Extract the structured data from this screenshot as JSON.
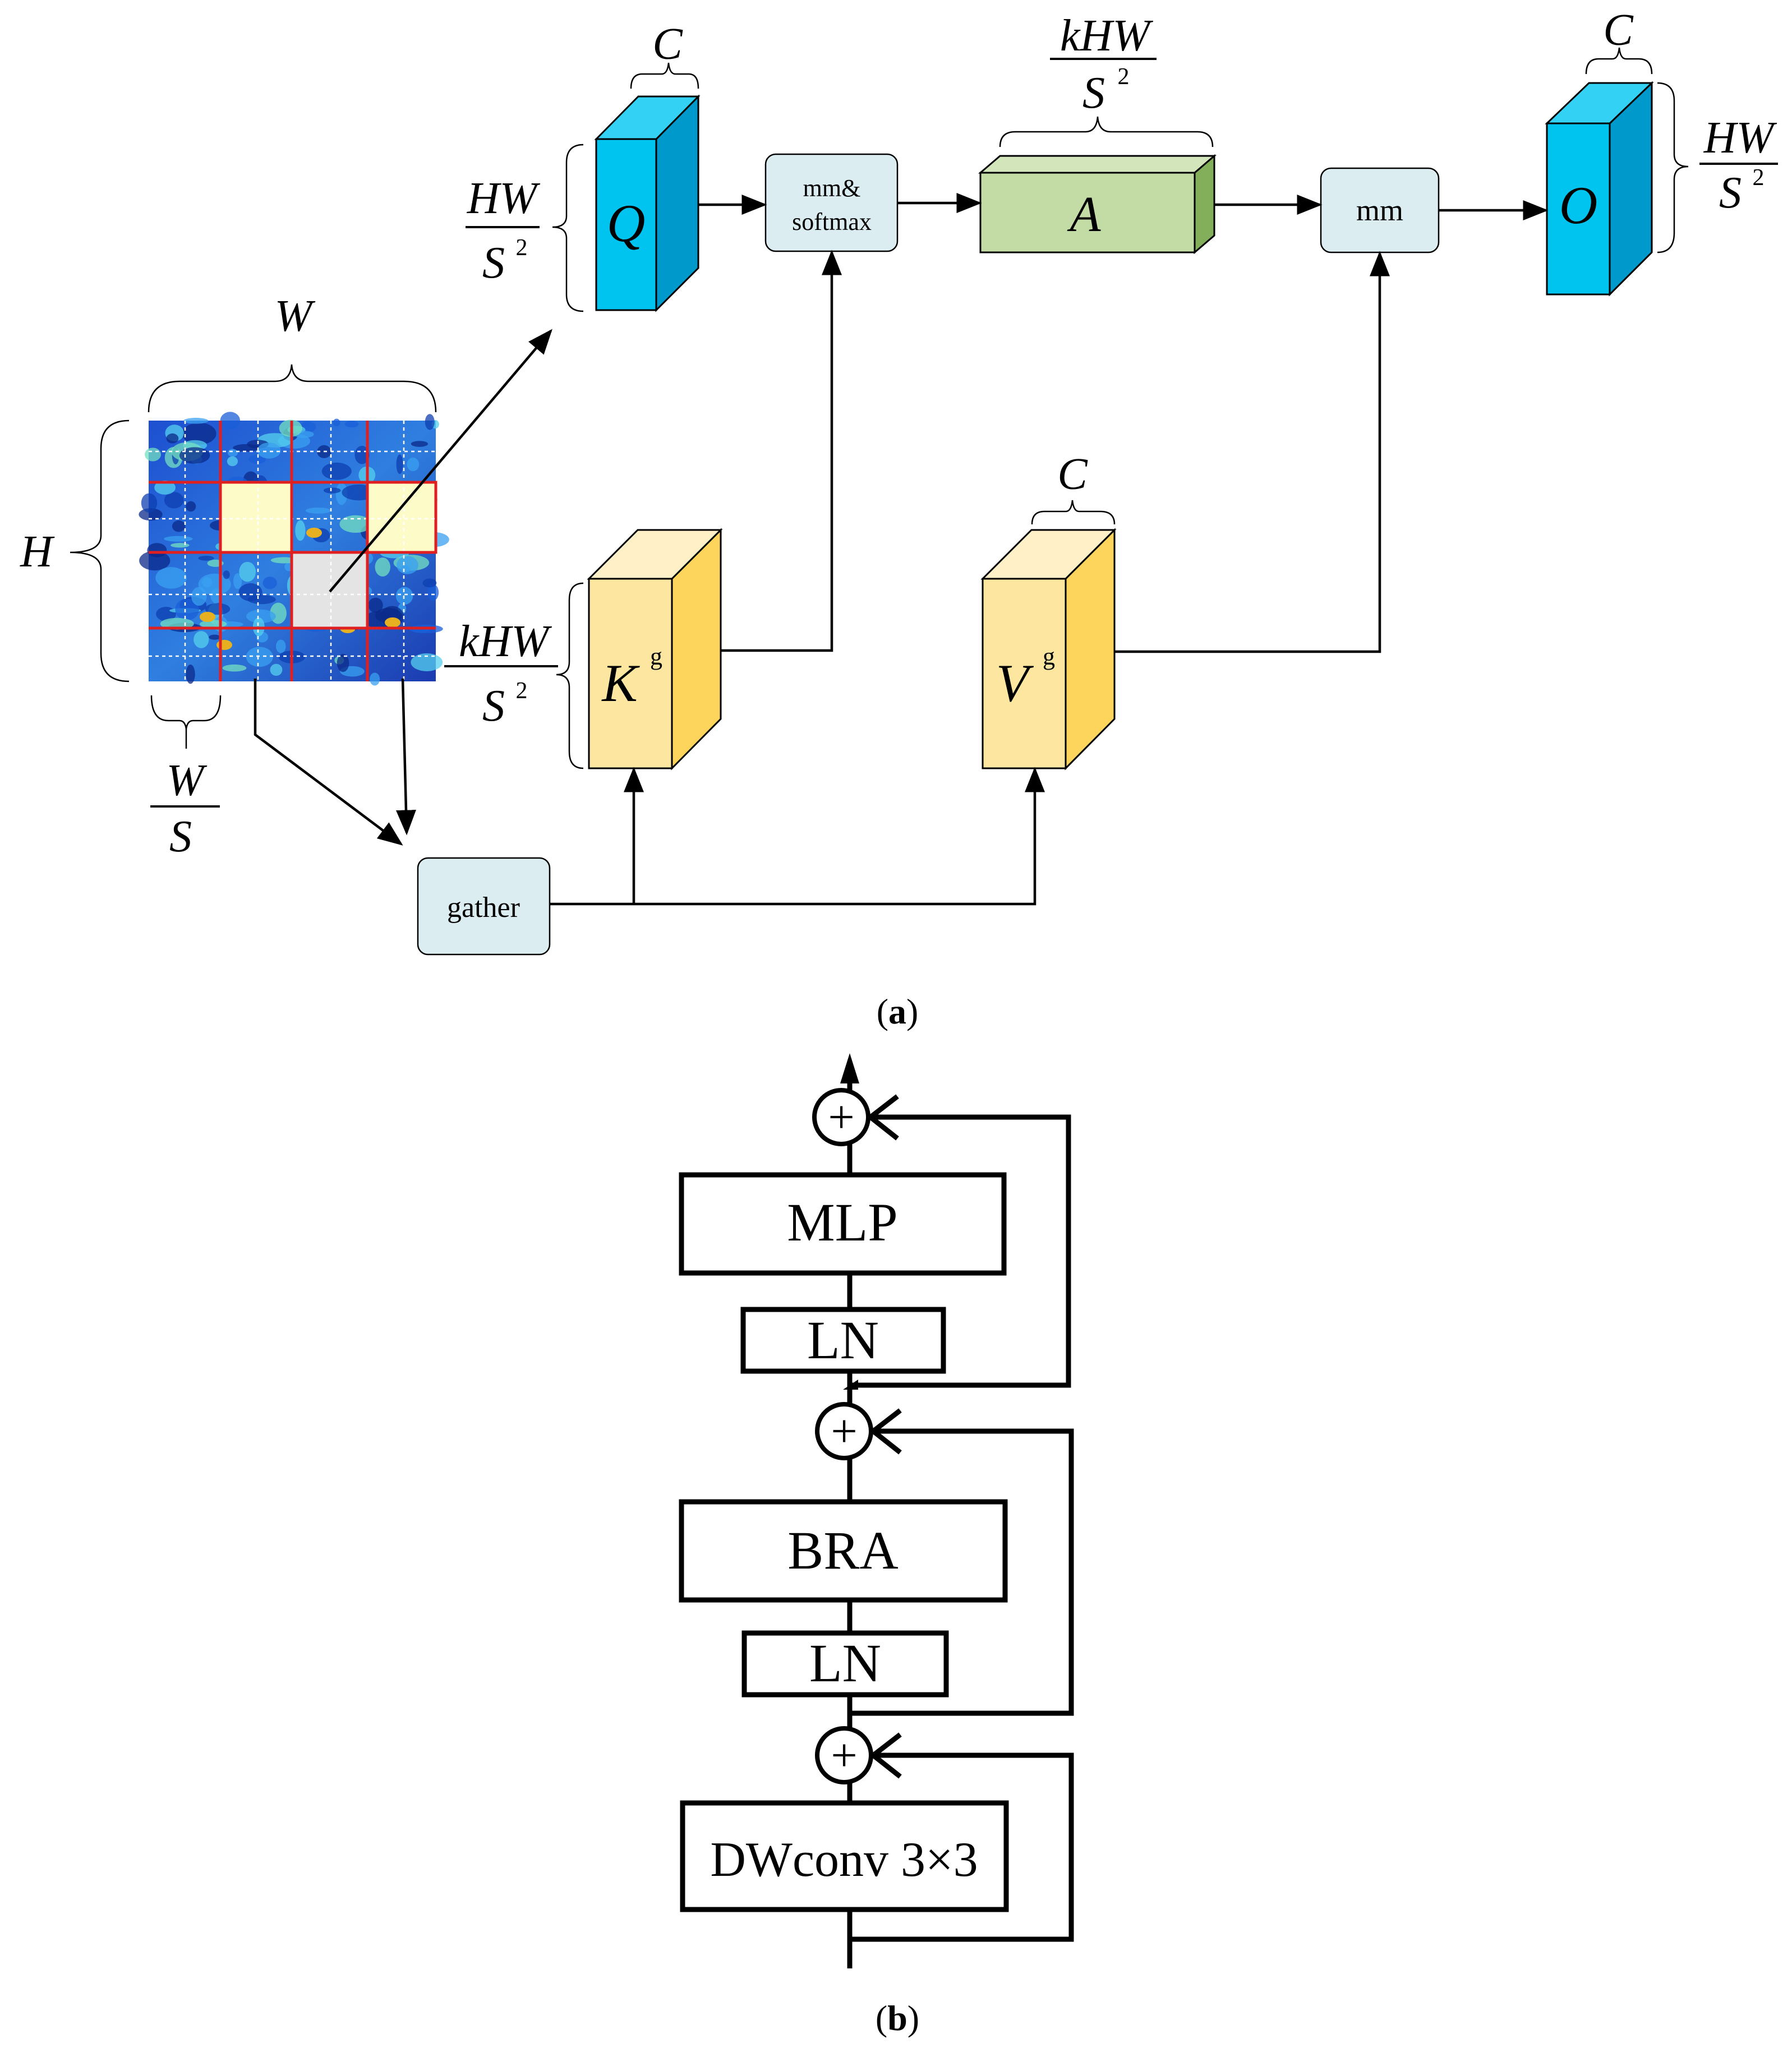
{
  "part_a": {
    "caption_open": "(",
    "caption_letter": "a",
    "caption_close": ")",
    "input_map": {
      "width_label": "W",
      "height_label": "H",
      "patch_num": "W",
      "patch_den": "S"
    },
    "query": {
      "label": "Q",
      "dim_top": "C",
      "dim_num": "HW",
      "dim_den": "S",
      "dim_exp": "2",
      "color": "#00c4f0"
    },
    "key": {
      "label": "K",
      "sup": "g",
      "dim_num": "kHW",
      "dim_den": "S",
      "dim_exp": "2",
      "color": "#fde6a0"
    },
    "value": {
      "label": "V",
      "sup": "g",
      "dim_top": "C",
      "color": "#fde6a0"
    },
    "attention": {
      "label": "A",
      "dim_num": "kHW",
      "dim_den": "S",
      "dim_exp": "2",
      "color": "#c3dca6"
    },
    "output": {
      "label": "O",
      "dim_top": "C",
      "dim_num": "HW",
      "dim_den": "S",
      "dim_exp": "2",
      "color": "#00c4f0"
    },
    "ops": {
      "mm_softmax_line1": "mm&",
      "mm_softmax_line2": "softmax",
      "mm": "mm",
      "gather": "gather"
    }
  },
  "part_b": {
    "caption_open": "(",
    "caption_letter": "b",
    "caption_close": ")",
    "blocks": {
      "mlp": "MLP",
      "ln_top": "LN",
      "bra": "BRA",
      "ln_bottom": "LN",
      "dwconv": "DWconv 3×3"
    },
    "plus_symbol": "+"
  }
}
